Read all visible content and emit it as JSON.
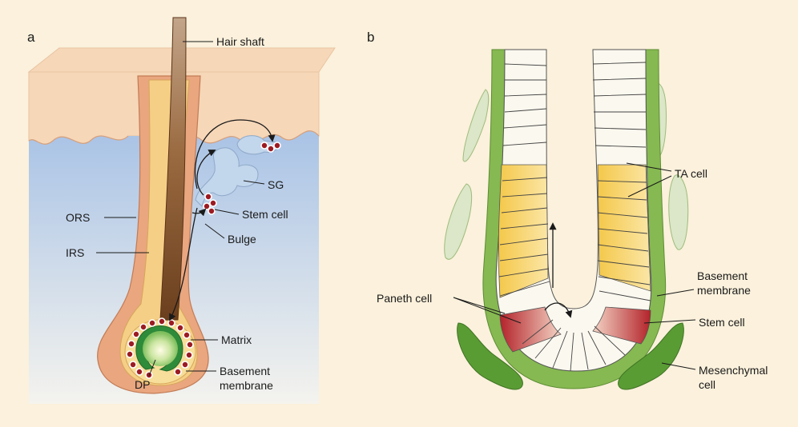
{
  "panels": {
    "a": {
      "letter": "a",
      "labels": {
        "hair_shaft": "Hair shaft",
        "sg": "SG",
        "stem_cell": "Stem cell",
        "bulge": "Bulge",
        "ors": "ORS",
        "irs": "IRS",
        "matrix": "Matrix",
        "basement_membrane": [
          "Basement",
          "membrane"
        ],
        "dp": "DP"
      }
    },
    "b": {
      "letter": "b",
      "labels": {
        "ta_cell": "TA cell",
        "basement_membrane": [
          "Basement",
          "membrane"
        ],
        "paneth_cell": "Paneth cell",
        "stem_cell": "Stem cell",
        "mesenchymal_cell": [
          "Mesenchymal",
          "cell"
        ]
      }
    }
  },
  "colors": {
    "background": "#fbf1dc",
    "skin": "#f6d7b8",
    "dermis": "#b9cde8",
    "outer_root_sheath": "#e9a67f",
    "inner_root_sheath": "#f6cf86",
    "hair_shaft": "#8a5a33",
    "stem_cell": "#9c1b22",
    "dermal_papilla": "#2e8b3a",
    "gland": "#c2d6ec",
    "ta_cell": "#f2c243",
    "crypt_epithelium": "#fbf8ef",
    "basement_membrane": "#86b951",
    "mesenchymal_cell": "#5a9c34",
    "paneth_cell": "#c0282d",
    "fibroblast": "#dbe7c8"
  }
}
